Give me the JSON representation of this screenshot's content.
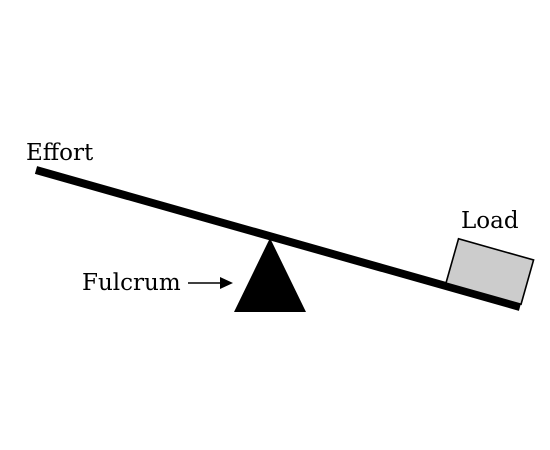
{
  "labels": {
    "effort": "Effort",
    "load": "Load",
    "fulcrum": "Fulcrum"
  },
  "colors": {
    "lever": "#000000",
    "fulcrum": "#000000",
    "load_fill": "#cccccc",
    "load_stroke": "#000000",
    "text": "#000000",
    "background": "#ffffff"
  },
  "icons": {
    "fulcrum": "triangle-fulcrum-icon",
    "arrow": "arrow-right-icon",
    "load": "load-box-icon"
  }
}
